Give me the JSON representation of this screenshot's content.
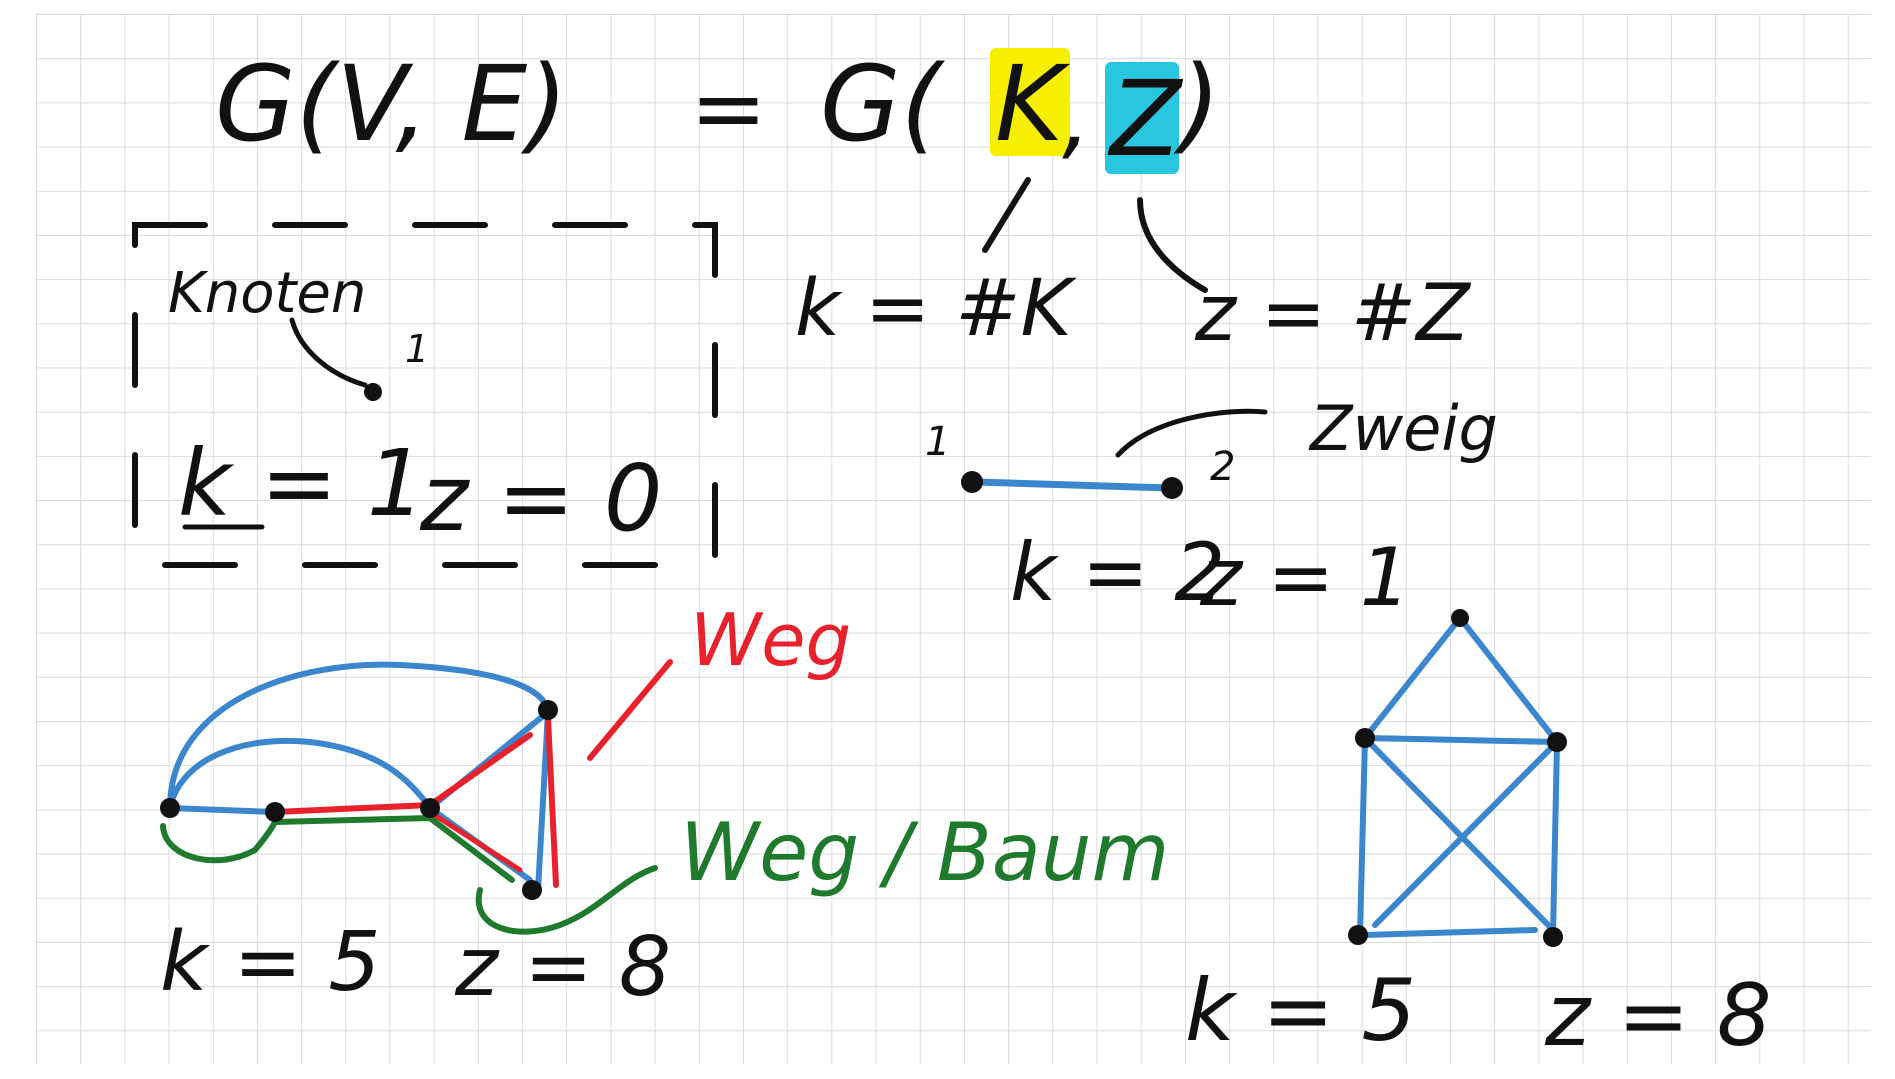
{
  "formula": {
    "left": "G(V, E)",
    "equals": "=",
    "right_open": "G(",
    "right_k": "K",
    "right_comma": ",",
    "right_z": "Z",
    "right_close": ")"
  },
  "definitions": {
    "k_def": "k = #K",
    "z_def": "z = #Z"
  },
  "single_node_box": {
    "title": "Knoten",
    "node_label": "1",
    "k": "k = 1",
    "z": "z = 0"
  },
  "edge_example": {
    "node1_label": "1",
    "node2_label": "2",
    "edge_label": "Zweig",
    "k": "k = 2",
    "z": "z = 1"
  },
  "graph_left": {
    "path_red_label": "Weg",
    "path_green_label": "Weg / Baum",
    "k": "k = 5",
    "z": "z = 8"
  },
  "graph_right": {
    "k": "k = 5",
    "z": "z = 8"
  },
  "colors": {
    "ink": "#111111",
    "blue": "#3b86cc",
    "red": "#e8222c",
    "green": "#1f7a2e",
    "highlight_yellow": "#f7ef00",
    "highlight_cyan": "#29c6e0",
    "grid": "#d4d4d4"
  }
}
